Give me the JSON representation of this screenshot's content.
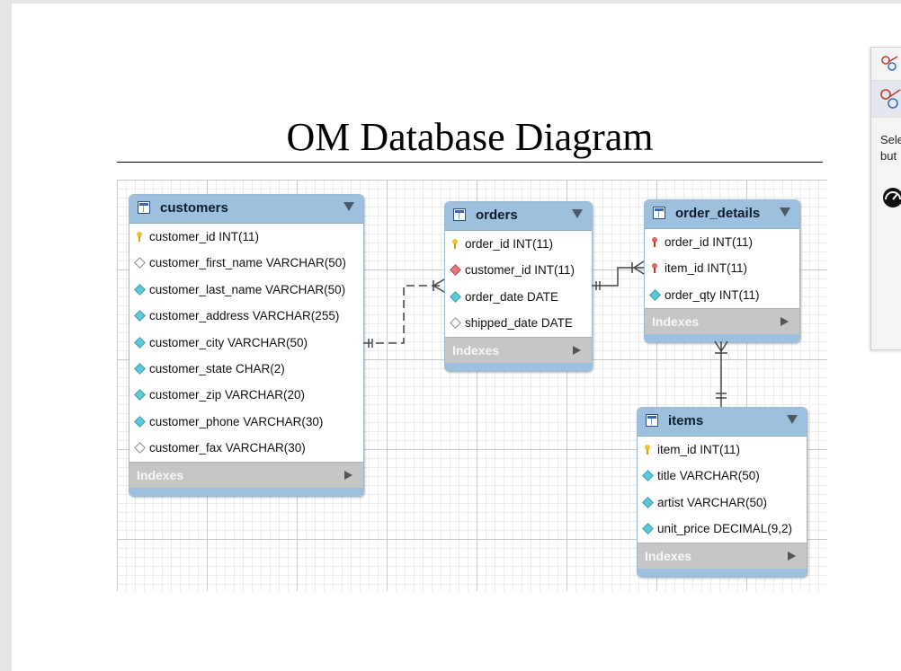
{
  "diagram": {
    "title": "OM Database Diagram",
    "indexes_label": "Indexes",
    "tables": [
      {
        "name": "customers",
        "columns": [
          {
            "icon": "primary-key-icon",
            "text": "customer_id INT(11)"
          },
          {
            "icon": "nullable-column-icon",
            "text": "customer_first_name VARCHAR(50)"
          },
          {
            "icon": "column-icon",
            "text": "customer_last_name VARCHAR(50)"
          },
          {
            "icon": "column-icon",
            "text": "customer_address VARCHAR(255)"
          },
          {
            "icon": "column-icon",
            "text": "customer_city VARCHAR(50)"
          },
          {
            "icon": "column-icon",
            "text": "customer_state CHAR(2)"
          },
          {
            "icon": "column-icon",
            "text": "customer_zip VARCHAR(20)"
          },
          {
            "icon": "column-icon",
            "text": "customer_phone VARCHAR(30)"
          },
          {
            "icon": "nullable-column-icon",
            "text": "customer_fax VARCHAR(30)"
          }
        ]
      },
      {
        "name": "orders",
        "columns": [
          {
            "icon": "primary-key-icon",
            "text": "order_id INT(11)"
          },
          {
            "icon": "foreign-key-icon",
            "text": "customer_id INT(11)"
          },
          {
            "icon": "column-icon",
            "text": "order_date DATE"
          },
          {
            "icon": "nullable-column-icon",
            "text": "shipped_date DATE"
          }
        ]
      },
      {
        "name": "order_details",
        "columns": [
          {
            "icon": "foreign-primary-key-icon",
            "text": "order_id INT(11)"
          },
          {
            "icon": "foreign-primary-key-icon",
            "text": "item_id INT(11)"
          },
          {
            "icon": "column-icon",
            "text": "order_qty INT(11)"
          }
        ]
      },
      {
        "name": "items",
        "columns": [
          {
            "icon": "primary-key-icon",
            "text": "item_id INT(11)"
          },
          {
            "icon": "column-icon",
            "text": "title VARCHAR(50)"
          },
          {
            "icon": "column-icon",
            "text": "artist VARCHAR(50)"
          },
          {
            "icon": "column-icon",
            "text": "unit_price DECIMAL(9,2)"
          }
        ]
      }
    ],
    "relationships": [
      {
        "from": "customers",
        "to": "orders",
        "type": "one-to-many"
      },
      {
        "from": "orders",
        "to": "order_details",
        "type": "one-to-many"
      },
      {
        "from": "items",
        "to": "order_details",
        "type": "one-to-many"
      }
    ]
  },
  "side_panel": {
    "text": "Sele\nbut"
  }
}
